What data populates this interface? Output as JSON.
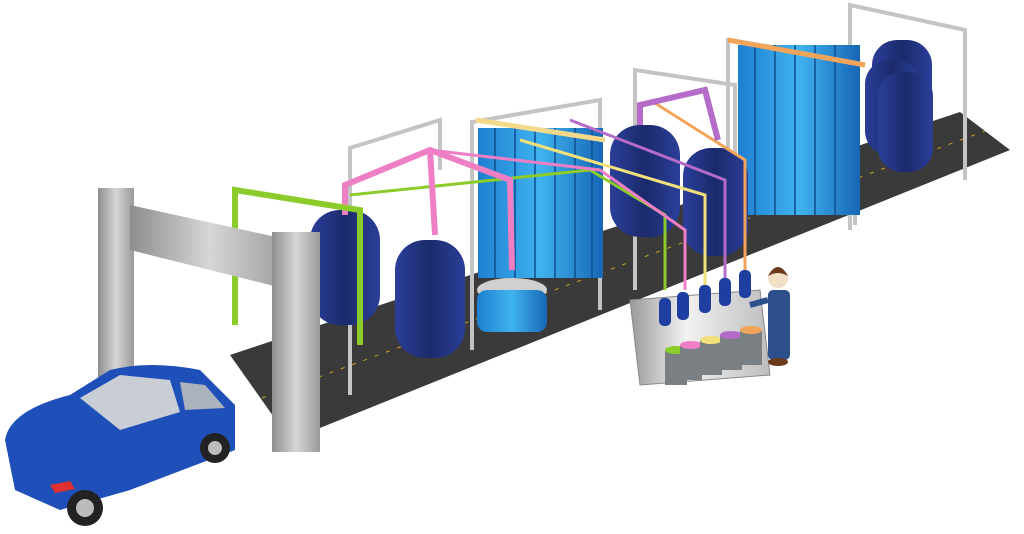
{
  "colors": {
    "conveyor": "#3a3a3a",
    "frame": "#b5b5b5",
    "brush_dark": "#1b2a6b",
    "brush_light": "#2f9fe0",
    "car": "#1f4fb8",
    "pipe_green": "#8ccc2a",
    "pipe_pink": "#ef7fc4",
    "pipe_yellow": "#f2e17a",
    "pipe_purple": "#b46cc8",
    "pipe_orange": "#f2a45a",
    "cabinet": "#c8c8c8"
  },
  "icons": [
    "car",
    "entry-gate",
    "spray-arch",
    "side-brush",
    "top-brush",
    "wheel-brush",
    "curtain-washer",
    "chemical-dispenser",
    "operator"
  ]
}
